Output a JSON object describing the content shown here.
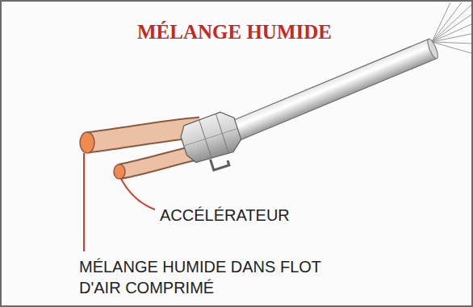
{
  "diagram": {
    "title": "MÉLANGE HUMIDE",
    "labels": [
      "ACCÉLÉRATEUR",
      "MÉLANGE HUMIDE DANS FLOT D'AIR COMPRIMÉ"
    ]
  }
}
